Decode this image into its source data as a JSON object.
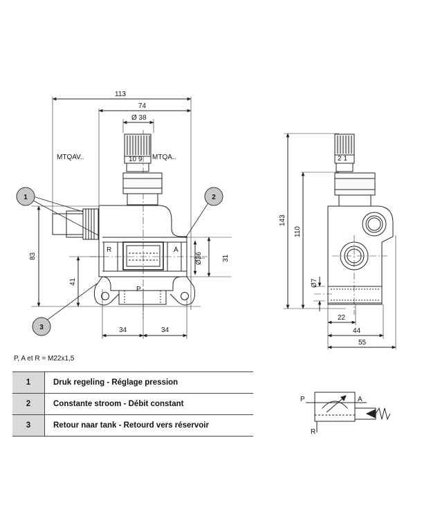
{
  "front_view": {
    "dims": {
      "overall_width": "113",
      "body_width": "74",
      "knob_diameter": "Ø 38",
      "height_83": "83",
      "height_41": "41",
      "port_diameter": "Ø36",
      "height_31": "31",
      "left_34": "34",
      "right_34": "34"
    },
    "labels": {
      "mtqav": "MTQAV..",
      "mtqa": "MTQA..",
      "scale": "10 9",
      "port_r": "R",
      "port_a": "A",
      "port_p": "P"
    },
    "callouts": [
      "1",
      "2",
      "3"
    ]
  },
  "side_view": {
    "dims": {
      "height_143": "143",
      "height_110": "110",
      "hole_diameter": "Ø7",
      "width_22": "22",
      "width_44": "44",
      "width_55": "55"
    },
    "labels": {
      "scale": "2 1"
    }
  },
  "thread_note": "P, A et R = M22x1,5",
  "legend": [
    {
      "num": "1",
      "text": "Druk regeling - Réglage pression"
    },
    {
      "num": "2",
      "text": "Constante stroom - Débit constant"
    },
    {
      "num": "3",
      "text": "Retour naar tank - Retourd vers réservoir"
    }
  ],
  "symbol": {
    "p": "P",
    "a": "A",
    "r": "R"
  }
}
